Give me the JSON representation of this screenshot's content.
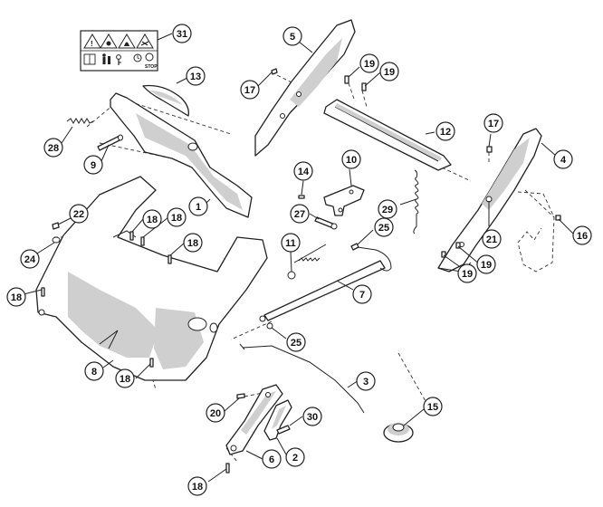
{
  "callouts": [
    {
      "id": "31",
      "label": "31"
    },
    {
      "id": "5",
      "label": "5"
    },
    {
      "id": "13",
      "label": "13"
    },
    {
      "id": "17a",
      "label": "17"
    },
    {
      "id": "19a",
      "label": "19"
    },
    {
      "id": "19b",
      "label": "19"
    },
    {
      "id": "28",
      "label": "28"
    },
    {
      "id": "12",
      "label": "12"
    },
    {
      "id": "17b",
      "label": "17"
    },
    {
      "id": "4",
      "label": "4"
    },
    {
      "id": "9",
      "label": "9"
    },
    {
      "id": "14",
      "label": "14"
    },
    {
      "id": "10",
      "label": "10"
    },
    {
      "id": "1",
      "label": "1"
    },
    {
      "id": "22",
      "label": "22"
    },
    {
      "id": "18a",
      "label": "18"
    },
    {
      "id": "18b",
      "label": "18"
    },
    {
      "id": "27",
      "label": "27"
    },
    {
      "id": "29",
      "label": "29"
    },
    {
      "id": "21",
      "label": "21"
    },
    {
      "id": "16",
      "label": "16"
    },
    {
      "id": "24",
      "label": "24"
    },
    {
      "id": "18c",
      "label": "18"
    },
    {
      "id": "25a",
      "label": "25"
    },
    {
      "id": "11",
      "label": "11"
    },
    {
      "id": "19c",
      "label": "19"
    },
    {
      "id": "19d",
      "label": "19"
    },
    {
      "id": "18d",
      "label": "18"
    },
    {
      "id": "7",
      "label": "7"
    },
    {
      "id": "25b",
      "label": "25"
    },
    {
      "id": "8",
      "label": "8"
    },
    {
      "id": "18e",
      "label": "18"
    },
    {
      "id": "3",
      "label": "3"
    },
    {
      "id": "15",
      "label": "15"
    },
    {
      "id": "20",
      "label": "20"
    },
    {
      "id": "30",
      "label": "30"
    },
    {
      "id": "2",
      "label": "2"
    },
    {
      "id": "6",
      "label": "6"
    },
    {
      "id": "18f",
      "label": "18"
    }
  ],
  "warning_label": {
    "stop_text": "STOP",
    "icons": [
      "warning-triangle-icon",
      "hand-warning-icon",
      "fire-warning-icon",
      "blade-warning-icon",
      "manual-icon",
      "operator-icon",
      "key-icon",
      "clock-icon"
    ]
  }
}
